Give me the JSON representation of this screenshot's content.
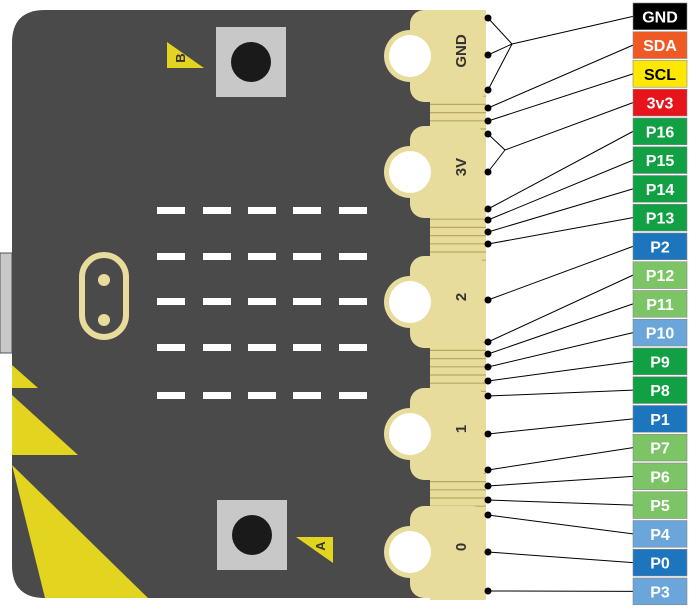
{
  "colors": {
    "board": "#4a4a4a",
    "gold": "#e8dc9c",
    "gold_dark": "#b8a860",
    "yellow_accent": "#e3d420",
    "led": "#ffffff",
    "button_face": "#c8c8c8",
    "button_center": "#1a1a1a",
    "pin_black": "#000000",
    "pin_orange": "#ef5a24",
    "pin_yellow": "#ffe800",
    "pin_red": "#e8141c",
    "pin_dark_green": "#12a045",
    "pin_dark_blue": "#1d75bd",
    "pin_light_green": "#7cc466",
    "pin_light_blue": "#6aa6d9",
    "wire": "#000000"
  },
  "buttons": {
    "b_letter": "B",
    "a_letter": "A"
  },
  "pads": [
    {
      "id": "gnd",
      "label": "GND"
    },
    {
      "id": "3v",
      "label": "3V"
    },
    {
      "id": "2",
      "label": "2"
    },
    {
      "id": "1",
      "label": "1"
    },
    {
      "id": "0",
      "label": "0"
    }
  ],
  "pins": [
    {
      "label": "GND",
      "color": "#000000",
      "text_color": "#ffffff"
    },
    {
      "label": "SDA",
      "color": "#ef5a24",
      "text_color": "#ffffff"
    },
    {
      "label": "SCL",
      "color": "#ffe800",
      "text_color": "#000000"
    },
    {
      "label": "3v3",
      "color": "#e8141c",
      "text_color": "#ffffff"
    },
    {
      "label": "P16",
      "color": "#12a045",
      "text_color": "#ffffff"
    },
    {
      "label": "P15",
      "color": "#12a045",
      "text_color": "#ffffff"
    },
    {
      "label": "P14",
      "color": "#12a045",
      "text_color": "#ffffff"
    },
    {
      "label": "P13",
      "color": "#12a045",
      "text_color": "#ffffff"
    },
    {
      "label": "P2",
      "color": "#1d75bd",
      "text_color": "#ffffff"
    },
    {
      "label": "P12",
      "color": "#7cc466",
      "text_color": "#ffffff"
    },
    {
      "label": "P11",
      "color": "#7cc466",
      "text_color": "#ffffff"
    },
    {
      "label": "P10",
      "color": "#6aa6d9",
      "text_color": "#ffffff"
    },
    {
      "label": "P9",
      "color": "#12a045",
      "text_color": "#ffffff"
    },
    {
      "label": "P8",
      "color": "#12a045",
      "text_color": "#ffffff"
    },
    {
      "label": "P1",
      "color": "#1d75bd",
      "text_color": "#ffffff"
    },
    {
      "label": "P7",
      "color": "#7cc466",
      "text_color": "#ffffff"
    },
    {
      "label": "P6",
      "color": "#7cc466",
      "text_color": "#ffffff"
    },
    {
      "label": "P5",
      "color": "#7cc466",
      "text_color": "#ffffff"
    },
    {
      "label": "P4",
      "color": "#6aa6d9",
      "text_color": "#ffffff"
    },
    {
      "label": "P0",
      "color": "#1d75bd",
      "text_color": "#ffffff"
    },
    {
      "label": "P3",
      "color": "#6aa6d9",
      "text_color": "#ffffff"
    }
  ]
}
